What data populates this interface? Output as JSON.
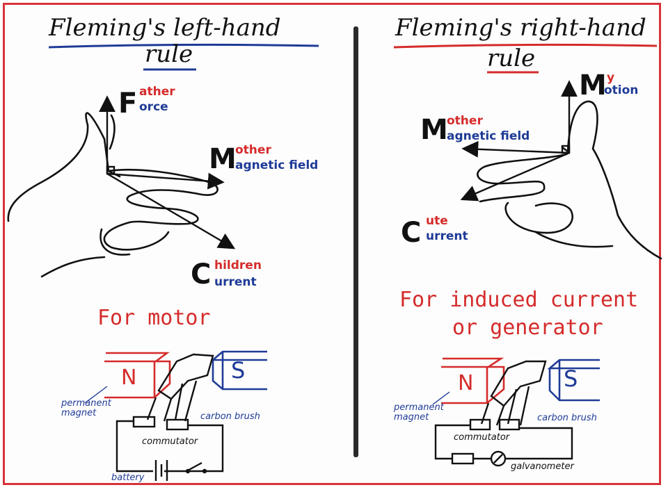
{
  "left": {
    "title_line1": "Fleming's left-hand",
    "title_line2": "rule",
    "force_cap": "F",
    "force_sup": "ather",
    "force_sub": "orce",
    "field_cap": "M",
    "field_sup": "other",
    "field_sub": "agnetic field",
    "current_cap": "C",
    "current_sup": "hildren",
    "current_sub": "urrent",
    "use": "For motor",
    "north": "N",
    "south": "S",
    "labels": {
      "permanent_magnet": "permanent magnet",
      "carbon_brush": "carbon brush",
      "commutator": "commutator",
      "battery": "battery"
    }
  },
  "right": {
    "title_line1": "Fleming's right-hand",
    "title_line2": "rule",
    "motion_cap": "M",
    "motion_sup": "y",
    "motion_sub": "otion",
    "field_cap": "M",
    "field_sup": "other",
    "field_sub": "agnetic field",
    "current_cap": "C",
    "current_sup": "ute",
    "current_sub": "urrent",
    "use_line1": "For induced current",
    "use_line2": "or generator",
    "north": "N",
    "south": "S",
    "labels": {
      "permanent_magnet": "permanent magnet",
      "carbon_brush": "carbon brush",
      "commutator": "commutator",
      "galvanometer": "galvanometer"
    }
  },
  "colors": {
    "red": "#d52b2b",
    "blue": "#1f3b97",
    "black": "#111111"
  }
}
